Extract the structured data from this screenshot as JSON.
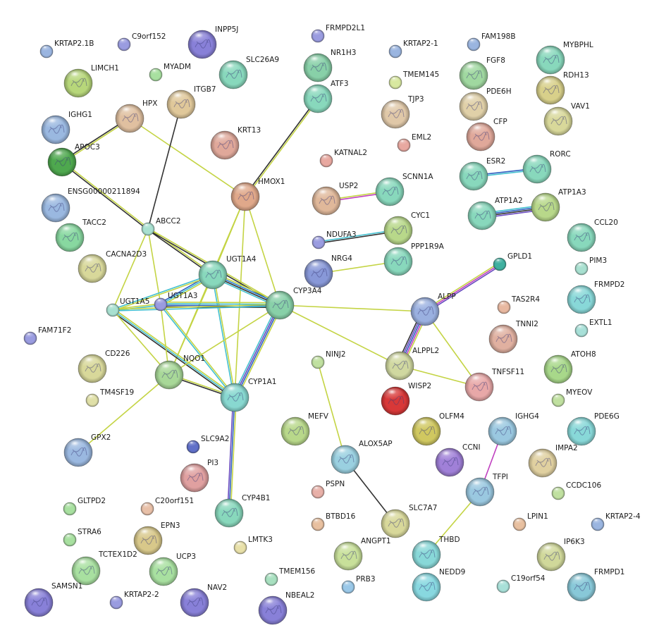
{
  "nodes": [
    {
      "id": "KRTAP2.1B",
      "label": "KRTAP2.1B",
      "color": "#9ab5e0",
      "size": "s"
    },
    {
      "id": "C9orf152",
      "label": "C9orf152",
      "color": "#9a9ce0",
      "size": "s"
    },
    {
      "id": "INPP5J",
      "label": "INPP5J",
      "color": "#8880d8",
      "size": "l"
    },
    {
      "id": "FRMPD2L1",
      "label": "FRMPD2L1",
      "color": "#9a9ce0",
      "size": "s"
    },
    {
      "id": "KRTAP2-1",
      "label": "KRTAP2-1",
      "color": "#9ab5e0",
      "size": "s"
    },
    {
      "id": "FAM198B",
      "label": "FAM198B",
      "color": "#9ab5e0",
      "size": "s"
    },
    {
      "id": "MYBPHL",
      "label": "MYBPHL",
      "color": "#88d8bc",
      "size": "l"
    },
    {
      "id": "LIMCH1",
      "label": "LIMCH1",
      "color": "#b7d77a",
      "size": "l"
    },
    {
      "id": "MYADM",
      "label": "MYADM",
      "color": "#a8e0a0",
      "size": "s"
    },
    {
      "id": "SLC26A9",
      "label": "SLC26A9",
      "color": "#88d8bc",
      "size": "l"
    },
    {
      "id": "NR1H3",
      "label": "NR1H3",
      "color": "#88d0a8",
      "size": "l"
    },
    {
      "id": "TMEM145",
      "label": "TMEM145",
      "color": "#d8e8a0",
      "size": "s"
    },
    {
      "id": "FGF8",
      "label": "FGF8",
      "color": "#a0d8a0",
      "size": "l"
    },
    {
      "id": "RDH13",
      "label": "RDH13",
      "color": "#d8d08a",
      "size": "l"
    },
    {
      "id": "ATF3",
      "label": "ATF3",
      "color": "#88d8bc",
      "size": "l"
    },
    {
      "id": "ITGB7",
      "label": "ITGB7",
      "color": "#e0c89a",
      "size": "l"
    },
    {
      "id": "HPX",
      "label": "HPX",
      "color": "#e0c0a0",
      "size": "l"
    },
    {
      "id": "TJP3",
      "label": "TJP3",
      "color": "#e0c8a8",
      "size": "l"
    },
    {
      "id": "PDE6H",
      "label": "PDE6H",
      "color": "#e0d0a8",
      "size": "l"
    },
    {
      "id": "VAV1",
      "label": "VAV1",
      "color": "#d8d89a",
      "size": "l"
    },
    {
      "id": "IGHG1",
      "label": "IGHG1",
      "color": "#9ab8e0",
      "size": "l"
    },
    {
      "id": "CFP",
      "label": "CFP",
      "color": "#e0a89a",
      "size": "l"
    },
    {
      "id": "APOC3",
      "label": "APOC3",
      "color": "#4ea84e",
      "size": "l"
    },
    {
      "id": "KRT13",
      "label": "KRT13",
      "color": "#e0a89a",
      "size": "l"
    },
    {
      "id": "EML2",
      "label": "EML2",
      "color": "#e8a8a0",
      "size": "s"
    },
    {
      "id": "KATNAL2",
      "label": "KATNAL2",
      "color": "#e8a8a0",
      "size": "s"
    },
    {
      "id": "ESR2",
      "label": "ESR2",
      "color": "#88d8bc",
      "size": "l"
    },
    {
      "id": "RORC",
      "label": "RORC",
      "color": "#88d8bc",
      "size": "l"
    },
    {
      "id": "HMOX1",
      "label": "HMOX1",
      "color": "#e0a88a",
      "size": "l"
    },
    {
      "id": "ENSG00000211894",
      "label": "ENSG00000211894",
      "color": "#9ab8e0",
      "size": "l"
    },
    {
      "id": "USP2",
      "label": "USP2",
      "color": "#e0b89a",
      "size": "l"
    },
    {
      "id": "SCNN1A",
      "label": "SCNN1A",
      "color": "#88d8bc",
      "size": "l"
    },
    {
      "id": "ATP1A2",
      "label": "ATP1A2",
      "color": "#88d8bc",
      "size": "l"
    },
    {
      "id": "ATP1A3",
      "label": "ATP1A3",
      "color": "#b8d88a",
      "size": "l"
    },
    {
      "id": "ABCC2",
      "label": "ABCC2",
      "color": "#a8e0d0",
      "size": "s"
    },
    {
      "id": "TACC2",
      "label": "TACC2",
      "color": "#88d8a0",
      "size": "l"
    },
    {
      "id": "CYC1",
      "label": "CYC1",
      "color": "#b8d88a",
      "size": "l"
    },
    {
      "id": "CCL20",
      "label": "CCL20",
      "color": "#88d8bc",
      "size": "l"
    },
    {
      "id": "NDUFA3",
      "label": "NDUFA3",
      "color": "#9a9ce0",
      "size": "s"
    },
    {
      "id": "PPP1R9A",
      "label": "PPP1R9A",
      "color": "#88d8bc",
      "size": "l"
    },
    {
      "id": "CACNA2D3",
      "label": "CACNA2D3",
      "color": "#d8d89a",
      "size": "l"
    },
    {
      "id": "UGT1A4",
      "label": "UGT1A4",
      "color": "#88d8bc",
      "size": "l"
    },
    {
      "id": "NRG4",
      "label": "NRG4",
      "color": "#8898d8",
      "size": "l"
    },
    {
      "id": "GPLD1",
      "label": "GPLD1",
      "color": "#40b0a0",
      "size": "s"
    },
    {
      "id": "PIM3",
      "label": "PIM3",
      "color": "#a8e0d0",
      "size": "s"
    },
    {
      "id": "FRMPD2",
      "label": "FRMPD2",
      "color": "#88d8d8",
      "size": "l"
    },
    {
      "id": "UGT1A5",
      "label": "UGT1A5",
      "color": "#a8e0d0",
      "size": "s"
    },
    {
      "id": "UGT1A3",
      "label": "UGT1A3",
      "color": "#9a9ce0",
      "size": "s"
    },
    {
      "id": "CYP3A4",
      "label": "CYP3A4",
      "color": "#88d0a8",
      "size": "l"
    },
    {
      "id": "ALPP",
      "label": "ALPP",
      "color": "#9ab0e0",
      "size": "l"
    },
    {
      "id": "TAS2R4",
      "label": "TAS2R4",
      "color": "#e8b8a0",
      "size": "s"
    },
    {
      "id": "EXTL1",
      "label": "EXTL1",
      "color": "#a8e0d8",
      "size": "s"
    },
    {
      "id": "TNNI2",
      "label": "TNNI2",
      "color": "#e0b0a0",
      "size": "l"
    },
    {
      "id": "FAM71F2",
      "label": "FAM71F2",
      "color": "#9a9ce0",
      "size": "s"
    },
    {
      "id": "NINJ2",
      "label": "NINJ2",
      "color": "#c0e0a0",
      "size": "s"
    },
    {
      "id": "ALPPL2",
      "label": "ALPPL2",
      "color": "#d0d8a0",
      "size": "l"
    },
    {
      "id": "CD226",
      "label": "CD226",
      "color": "#d8d89a",
      "size": "l"
    },
    {
      "id": "NQO1",
      "label": "NQO1",
      "color": "#a8d898",
      "size": "l"
    },
    {
      "id": "ATOH8",
      "label": "ATOH8",
      "color": "#a8d88a",
      "size": "l"
    },
    {
      "id": "TNFSF11",
      "label": "TNFSF11",
      "color": "#e8a8a8",
      "size": "l"
    },
    {
      "id": "CYP1A1",
      "label": "CYP1A1",
      "color": "#88d8d0",
      "size": "l"
    },
    {
      "id": "WISP2",
      "label": "WISP2",
      "color": "#d83838",
      "size": "l"
    },
    {
      "id": "TM4SF19",
      "label": "TM4SF19",
      "color": "#e0e0a8",
      "size": "s"
    },
    {
      "id": "MYEOV",
      "label": "MYEOV",
      "color": "#c0e0a0",
      "size": "s"
    },
    {
      "id": "MEFV",
      "label": "MEFV",
      "color": "#b8d88a",
      "size": "l"
    },
    {
      "id": "OLFM4",
      "label": "OLFM4",
      "color": "#d0c860",
      "size": "l"
    },
    {
      "id": "IGHG4",
      "label": "IGHG4",
      "color": "#9ac8e0",
      "size": "l"
    },
    {
      "id": "PDE6G",
      "label": "PDE6G",
      "color": "#88d8d8",
      "size": "l"
    },
    {
      "id": "GPX2",
      "label": "GPX2",
      "color": "#9ab8e0",
      "size": "l"
    },
    {
      "id": "SLC9A2",
      "label": "SLC9A2",
      "color": "#6070c8",
      "size": "s"
    },
    {
      "id": "ALOX5AP",
      "label": "ALOX5AP",
      "color": "#9ad0e0",
      "size": "l"
    },
    {
      "id": "CCNI",
      "label": "CCNI",
      "color": "#a080d8",
      "size": "l"
    },
    {
      "id": "IMPA2",
      "label": "IMPA2",
      "color": "#e0d0a0",
      "size": "l"
    },
    {
      "id": "PI3",
      "label": "PI3",
      "color": "#e0a0a0",
      "size": "l"
    },
    {
      "id": "TFPI",
      "label": "TFPI",
      "color": "#9ac8e0",
      "size": "l"
    },
    {
      "id": "PSPN",
      "label": "PSPN",
      "color": "#e8b0a8",
      "size": "s"
    },
    {
      "id": "CCDC106",
      "label": "CCDC106",
      "color": "#c0e0a0",
      "size": "s"
    },
    {
      "id": "GLTPD2",
      "label": "GLTPD2",
      "color": "#a8e0a0",
      "size": "s"
    },
    {
      "id": "C20orf151",
      "label": "C20orf151",
      "color": "#e8c0a8",
      "size": "s"
    },
    {
      "id": "CYP4B1",
      "label": "CYP4B1",
      "color": "#88d8bc",
      "size": "l"
    },
    {
      "id": "BTBD16",
      "label": "BTBD16",
      "color": "#e8c0a0",
      "size": "s"
    },
    {
      "id": "SLC7A7",
      "label": "SLC7A7",
      "color": "#d8d89a",
      "size": "l"
    },
    {
      "id": "LPIN1",
      "label": "LPIN1",
      "color": "#e8c0a0",
      "size": "s"
    },
    {
      "id": "KRTAP2-4",
      "label": "KRTAP2-4",
      "color": "#9ab5e0",
      "size": "s"
    },
    {
      "id": "STRA6",
      "label": "STRA6",
      "color": "#a8e0a0",
      "size": "s"
    },
    {
      "id": "EPN3",
      "label": "EPN3",
      "color": "#d8c88a",
      "size": "l"
    },
    {
      "id": "LMTK3",
      "label": "LMTK3",
      "color": "#e8e0a8",
      "size": "s"
    },
    {
      "id": "THBD",
      "label": "THBD",
      "color": "#88d8d8",
      "size": "l"
    },
    {
      "id": "ANGPT1",
      "label": "ANGPT1",
      "color": "#c8e09a",
      "size": "l"
    },
    {
      "id": "IP6K3",
      "label": "IP6K3",
      "color": "#d0d89a",
      "size": "l"
    },
    {
      "id": "TCTEX1D2",
      "label": "TCTEX1D2",
      "color": "#a8e0a0",
      "size": "l"
    },
    {
      "id": "UCP3",
      "label": "UCP3",
      "color": "#a8e0a0",
      "size": "l"
    },
    {
      "id": "TMEM156",
      "label": "TMEM156",
      "color": "#a8e0c0",
      "size": "s"
    },
    {
      "id": "PRB3",
      "label": "PRB3",
      "color": "#9ac8e8",
      "size": "s"
    },
    {
      "id": "NEDD9",
      "label": "NEDD9",
      "color": "#88d8e0",
      "size": "l"
    },
    {
      "id": "C19orf54",
      "label": "C19orf54",
      "color": "#a8e0d8",
      "size": "s"
    },
    {
      "id": "FRMPD1",
      "label": "FRMPD1",
      "color": "#88c8d8",
      "size": "l"
    },
    {
      "id": "SAMSN1",
      "label": "SAMSN1",
      "color": "#8880d8",
      "size": "l"
    },
    {
      "id": "KRTAP2-2",
      "label": "KRTAP2-2",
      "color": "#9a9ce0",
      "size": "s"
    },
    {
      "id": "NAV2",
      "label": "NAV2",
      "color": "#8880d8",
      "size": "l"
    },
    {
      "id": "NBEAL2",
      "label": "NBEAL2",
      "color": "#8880d8",
      "size": "l"
    }
  ],
  "edges": [
    {
      "from": "HPX",
      "to": "APOC3",
      "colors": [
        "#c4d444",
        "#333333"
      ]
    },
    {
      "from": "HPX",
      "to": "HMOX1",
      "colors": [
        "#c4d444"
      ]
    },
    {
      "from": "APOC3",
      "to": "ABCC2",
      "colors": [
        "#c4d444",
        "#333333"
      ]
    },
    {
      "from": "ITGB7",
      "to": "ABCC2",
      "colors": [
        "#333333"
      ]
    },
    {
      "from": "ATF3",
      "to": "HMOX1",
      "colors": [
        "#c4d444",
        "#333333"
      ]
    },
    {
      "from": "HMOX1",
      "to": "UGT1A4",
      "colors": [
        "#c4d444"
      ]
    },
    {
      "from": "HMOX1",
      "to": "CYP3A4",
      "colors": [
        "#c4d444"
      ]
    },
    {
      "from": "HMOX1",
      "to": "NQO1",
      "colors": [
        "#c4d444"
      ]
    },
    {
      "from": "HMOX1",
      "to": "CYP1A1",
      "colors": [
        "#c4d444"
      ]
    },
    {
      "from": "ABCC2",
      "to": "UGT1A4",
      "colors": [
        "#c4d444",
        "#333333"
      ]
    },
    {
      "from": "ABCC2",
      "to": "CYP3A4",
      "colors": [
        "#c4d444",
        "#333333"
      ]
    },
    {
      "from": "ABCC2",
      "to": "UGT1A3",
      "colors": [
        "#c4d444"
      ]
    },
    {
      "from": "ABCC2",
      "to": "UGT1A5",
      "colors": [
        "#c4d444"
      ]
    },
    {
      "from": "UGT1A4",
      "to": "CYP3A4",
      "colors": [
        "#c4d444",
        "#3080d0",
        "#333333",
        "#44c0d0"
      ]
    },
    {
      "from": "UGT1A4",
      "to": "UGT1A3",
      "colors": [
        "#c4d444",
        "#44c0d0",
        "#3060c0"
      ]
    },
    {
      "from": "UGT1A4",
      "to": "UGT1A5",
      "colors": [
        "#c4d444",
        "#44c0d0"
      ]
    },
    {
      "from": "UGT1A4",
      "to": "NQO1",
      "colors": [
        "#c4d444"
      ]
    },
    {
      "from": "UGT1A4",
      "to": "CYP1A1",
      "colors": [
        "#c4d444",
        "#44c0d0"
      ]
    },
    {
      "from": "UGT1A3",
      "to": "CYP3A4",
      "colors": [
        "#c4d444",
        "#44c0d0",
        "#3060c0",
        "#333333"
      ]
    },
    {
      "from": "UGT1A5",
      "to": "UGT1A3",
      "colors": [
        "#c4d444",
        "#44c0d0"
      ]
    },
    {
      "from": "UGT1A5",
      "to": "CYP3A4",
      "colors": [
        "#c4d444",
        "#44c0d0"
      ]
    },
    {
      "from": "UGT1A5",
      "to": "CYP1A1",
      "colors": [
        "#c4d444",
        "#44c0d0",
        "#333333"
      ]
    },
    {
      "from": "UGT1A5",
      "to": "NQO1",
      "colors": [
        "#c4d444"
      ]
    },
    {
      "from": "UGT1A3",
      "to": "NQO1",
      "colors": [
        "#c4d444"
      ]
    },
    {
      "from": "UGT1A3",
      "to": "CYP1A1",
      "colors": [
        "#c4d444",
        "#44c0d0"
      ]
    },
    {
      "from": "CYP3A4",
      "to": "NQO1",
      "colors": [
        "#c4d444"
      ]
    },
    {
      "from": "CYP3A4",
      "to": "CYP1A1",
      "colors": [
        "#c4d444",
        "#3060c0",
        "#6a4cc0",
        "#44c0d0"
      ]
    },
    {
      "from": "CYP3A4",
      "to": "ALPP",
      "colors": [
        "#c4d444"
      ]
    },
    {
      "from": "CYP3A4",
      "to": "ALPPL2",
      "colors": [
        "#c4d444"
      ]
    },
    {
      "from": "NQO1",
      "to": "CYP1A1",
      "colors": [
        "#c4d444",
        "#333333"
      ]
    },
    {
      "from": "NQO1",
      "to": "GPX2",
      "colors": [
        "#c4d444"
      ]
    },
    {
      "from": "CYP1A1",
      "to": "CYP4B1",
      "colors": [
        "#c4d444",
        "#3060c0",
        "#6a4cc0"
      ]
    },
    {
      "from": "ALPP",
      "to": "GPLD1",
      "colors": [
        "#c4d444",
        "#c040c0",
        "#6a4cc0"
      ]
    },
    {
      "from": "ALPP",
      "to": "ALPPL2",
      "colors": [
        "#c4d444",
        "#c040c0",
        "#3060c0",
        "#6a4cc0",
        "#333333"
      ]
    },
    {
      "from": "ALPP",
      "to": "TNFSF11",
      "colors": [
        "#c4d444"
      ]
    },
    {
      "from": "ALPPL2",
      "to": "TNFSF11",
      "colors": [
        "#c4d444"
      ]
    },
    {
      "from": "ESR2",
      "to": "RORC",
      "colors": [
        "#3060c0",
        "#44c0d0"
      ]
    },
    {
      "from": "ATP1A2",
      "to": "ATP1A3",
      "colors": [
        "#44c0d0",
        "#3060c0",
        "#333333",
        "#6a4cc0"
      ]
    },
    {
      "from": "USP2",
      "to": "SCNN1A",
      "colors": [
        "#c4d444",
        "#c040c0"
      ]
    },
    {
      "from": "NDUFA3",
      "to": "CYC1",
      "colors": [
        "#44c0d0",
        "#333333"
      ]
    },
    {
      "from": "NRG4",
      "to": "PPP1R9A",
      "colors": [
        "#c4d444"
      ]
    },
    {
      "from": "NINJ2",
      "to": "ALOX5AP",
      "colors": [
        "#c4d444"
      ]
    },
    {
      "from": "ALOX5AP",
      "to": "SLC7A7",
      "colors": [
        "#333333"
      ]
    },
    {
      "from": "IGHG4",
      "to": "TFPI",
      "colors": [
        "#c040c0"
      ]
    },
    {
      "from": "TFPI",
      "to": "THBD",
      "colors": [
        "#c4d444"
      ]
    }
  ]
}
